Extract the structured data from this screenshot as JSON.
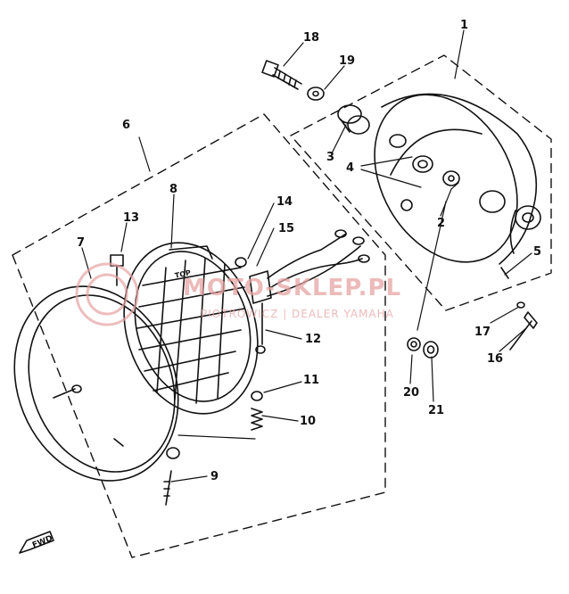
{
  "diagram": {
    "callouts": [
      "1",
      "2",
      "3",
      "4",
      "5",
      "6",
      "7",
      "8",
      "9",
      "10",
      "11",
      "12",
      "13",
      "14",
      "15",
      "16",
      "17",
      "18",
      "19",
      "20",
      "21"
    ],
    "badge_text": "FWD",
    "lens_mark": "TOP"
  },
  "watermark": {
    "main": "MOTO-SKLEP.PL",
    "sub": "PIOTROWICZ | DEALER YAMAHA"
  }
}
